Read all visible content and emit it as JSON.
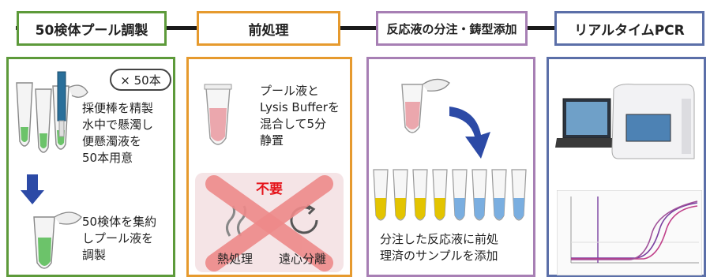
{
  "steps": [
    {
      "title": "50検体プール調製",
      "color": "#5d9a3a"
    },
    {
      "title": "前処理",
      "color": "#e69a2e"
    },
    {
      "title": "反応液の分注・鋳型添加",
      "color": "#a77fb4"
    },
    {
      "title": "リアルタイムPCR",
      "color": "#5b6fa8"
    }
  ],
  "panel1": {
    "count_badge": "× 50本",
    "text1": "採便棒を精製\n水中で懸濁し\n便懸濁液を\n50本用意",
    "text2": "50検体を集約\nしプール液を\n調製"
  },
  "panel2": {
    "text": "プール液と\nLysis Bufferを\n混合して5分\n静置",
    "not_needed": "不要",
    "heat_label": "熱処理",
    "centrifuge_label": "遠心分離"
  },
  "panel3": {
    "text": "分注した反応液に前処\n理済のサンプルを添加"
  },
  "colors": {
    "green_liquid": "#6cc36a",
    "pink_liquid": "#eba7ad",
    "yellow_liquid": "#e3c400",
    "blue_liquid": "#7aaee0",
    "arrow_blue": "#2c4aa6",
    "cross_red": "#ee8a8a",
    "not_needed_red": "#e5141b"
  }
}
